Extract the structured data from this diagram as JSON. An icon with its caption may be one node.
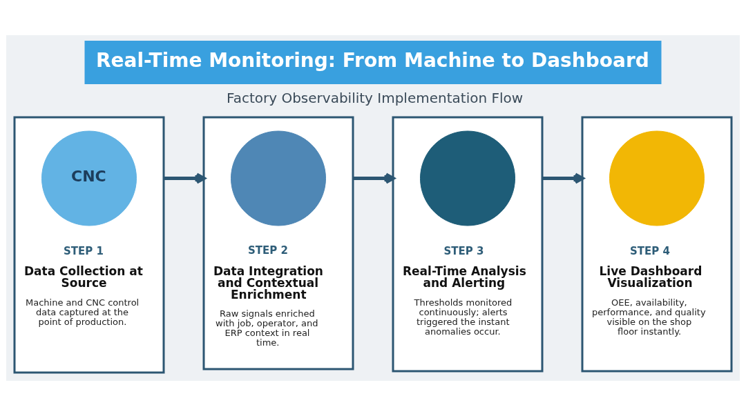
{
  "diagram": {
    "title": "Real-Time Monitoring: From Machine to Dashboard",
    "nodes": [
      {
        "text": [
          "STEP 1",
          "Data Collection at Source",
          "Machine and CNC control data captured at the point of production."
        ]
      },
      {
        "text": [
          "CNC"
        ],
        "in": 0
      },
      {
        "text": [
          "STEP 2",
          "Data Integration and Contextual Enrichment",
          "Raw signals enriched with job, operator, and ERP context in real time."
        ]
      },
      {
        "text": [],
        "shape": "circle",
        "in": 2
      },
      {
        "text": [
          "STEP 3",
          "Real-Time Analysis and Alerting",
          "Thresholds monitored continuously; alerts triggered the instant anomalies occur."
        ]
      },
      {
        "text": [],
        "shape": "circle",
        "in": 4
      },
      {
        "text": [
          "STEP 4",
          "Live Dashboard Visualization",
          "OEE, availability, performance, and quality visible on the shop floor instantly."
        ]
      },
      {
        "text": [],
        "shape": "circle",
        "in": 6
      }
    ],
    "edges": [
      {
        "from": 0,
        "to": 2,
        "arrow": "to"
      },
      {
        "from": 2,
        "to": 4,
        "arrow": "to"
      },
      {
        "from": 4,
        "to": 6,
        "arrow": "to"
      }
    ],
    "labels": [
      "Factory Observability Implementation Flow"
    ]
  }
}
